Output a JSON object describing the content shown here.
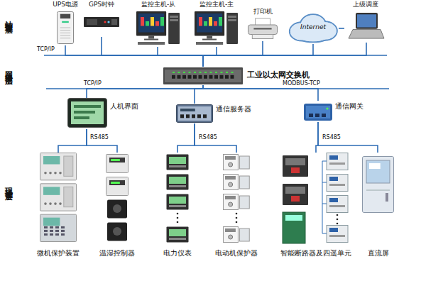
{
  "diagram": {
    "nodes": [
      {
        "text": [
          "UPS电源"
        ]
      },
      {
        "text": [
          "GPS时钟"
        ]
      },
      {
        "text": [
          "监控主机-从"
        ]
      },
      {
        "text": [
          "监控主机-主"
        ]
      },
      {
        "text": [
          "打印机"
        ]
      },
      {
        "text": [
          "Internet"
        ]
      },
      {
        "text": [
          "上级调度"
        ]
      },
      {
        "text": [
          "工业以太网交换机"
        ]
      },
      {
        "text": [
          "人机界面"
        ]
      },
      {
        "text": [
          "通信服务器"
        ]
      },
      {
        "text": [
          "通信网关"
        ]
      },
      {
        "text": [
          "微机保护装置"
        ]
      },
      {
        "text": [
          "温湿控制器"
        ]
      },
      {
        "text": [
          "电力仪表"
        ]
      },
      {
        "text": [
          "电动机保护器"
        ]
      },
      {
        "text": [
          "智能断路器及四遥单元"
        ]
      },
      {
        "text": [
          "直流屏"
        ]
      }
    ],
    "edges": [
      {
        "from": 0,
        "to": 7,
        "arrow": "none"
      },
      {
        "from": 1,
        "to": 7,
        "arrow": "none"
      },
      {
        "from": 2,
        "to": 7,
        "arrow": "none"
      },
      {
        "from": 3,
        "to": 7,
        "arrow": "none"
      },
      {
        "from": 4,
        "to": 7,
        "arrow": "none"
      },
      {
        "from": 5,
        "to": 7,
        "arrow": "none"
      },
      {
        "from": 5,
        "to": 6,
        "arrow": "none"
      },
      {
        "from": 6,
        "to": 7,
        "arrow": "none"
      },
      {
        "from": 7,
        "to": 8,
        "arrow": "none"
      },
      {
        "from": 7,
        "to": 9,
        "arrow": "none"
      },
      {
        "from": 7,
        "to": 10,
        "arrow": "none"
      },
      {
        "from": 8,
        "to": 11,
        "arrow": "none"
      },
      {
        "from": 8,
        "to": 12,
        "arrow": "none"
      },
      {
        "from": 9,
        "to": 13,
        "arrow": "none"
      },
      {
        "from": 9,
        "to": 14,
        "arrow": "none"
      },
      {
        "from": 10,
        "to": 15,
        "arrow": "none"
      },
      {
        "from": 10,
        "to": 16,
        "arrow": "none"
      }
    ],
    "labels": [
      "站控管理层",
      "TCP/IP",
      "网络通信层",
      "TCP/IP",
      "MODBUS-TCP",
      "RS485",
      "RS485",
      "RS485",
      "现场设备层"
    ]
  }
}
